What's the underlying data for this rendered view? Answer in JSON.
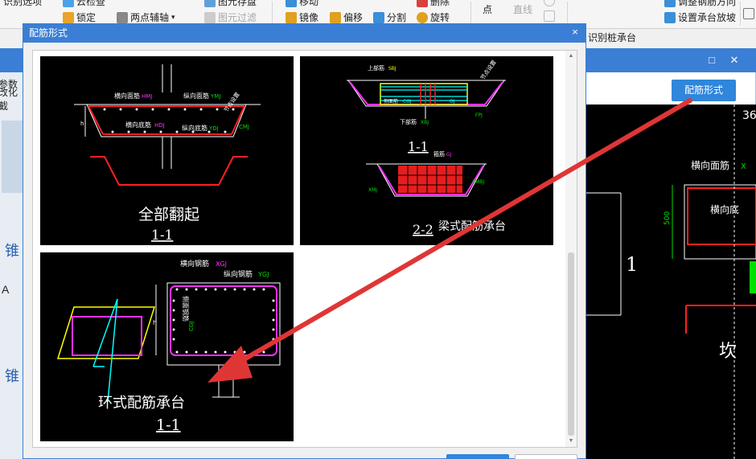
{
  "toolbar": {
    "items": [
      {
        "label": "识别选项",
        "icon": "identify-icon"
      },
      {
        "label": "云检查",
        "icon": "cloud-check-icon"
      },
      {
        "label": "锁定",
        "icon": "lock-icon"
      },
      {
        "label": "两点辅轴",
        "icon": "axis-icon"
      },
      {
        "label": "图元存盘",
        "icon": "save-icon"
      },
      {
        "label": "图元过滤",
        "icon": "filter-icon"
      },
      {
        "label": "移动",
        "icon": "move-icon"
      },
      {
        "label": "镜像",
        "icon": "mirror-icon"
      },
      {
        "label": "偏移",
        "icon": "offset-icon"
      },
      {
        "label": "分割",
        "icon": "split-icon"
      },
      {
        "label": "删除",
        "icon": "delete-icon"
      },
      {
        "label": "旋转",
        "icon": "rotate-icon"
      },
      {
        "label": "点",
        "icon": "point-icon"
      },
      {
        "label": "直线",
        "icon": "line-icon"
      },
      {
        "label": "调整钢筋方向",
        "icon": "adjust-icon"
      },
      {
        "label": "设置承台放坡",
        "icon": "slope-icon"
      },
      {
        "label": "识别桩承台",
        "icon": "identify-pile-icon"
      }
    ]
  },
  "background_window": {
    "left_labels": [
      "参数",
      "改化截",
      "锥",
      "A",
      "锥"
    ],
    "peijin_button_label": "配筋形式",
    "cad_texts": {
      "dim_1": "1",
      "horizontal_top_rebar": "横向面筋",
      "horizontal_bottom_rebar": "横向底",
      "dim_500": "500",
      "label_36": "36",
      "label_kan": "坎",
      "code_x": "X"
    }
  },
  "dialog": {
    "title": "配筋形式",
    "close_symbol": "×",
    "options": [
      {
        "caption": "全部翻起",
        "section": "1-1",
        "labels": {
          "horizontal_top": "横向面筋",
          "top_code": "HMJ",
          "longitudinal_top": "纵向面筋",
          "long_top_code": "YMJ",
          "horizontal_bottom": "横向底筋",
          "bottom_code": "HDJ",
          "longitudinal_bottom": "纵向底筋",
          "long_bottom_code": "YDJ",
          "side_code": "CMJ",
          "slope_text": "节点设置",
          "dim_h": "h"
        }
      },
      {
        "caption": "梁式配筋承台",
        "section_top": "1-1",
        "section_bottom": "2-2",
        "labels": {
          "top_rebar": "上部筋",
          "top_code": "SBJ",
          "side_rebar": "侧面筋",
          "side_code": "CGJ",
          "bottom_rebar": "下部筋",
          "bottom_code": "XBJ",
          "stirrup": "箍筋",
          "stirrup_code": "GJ",
          "slope_text": "节点设置",
          "left_code": "XMJ",
          "right_code": "XMBJ",
          "side_code2": "FPJ"
        }
      },
      {
        "caption": "环式配筋承台",
        "section": "1-1",
        "labels": {
          "horizontal": "横向钢筋",
          "horizontal_code": "XGJ",
          "longitudinal": "纵向钢筋",
          "longitudinal_code": "YGJ",
          "side": "侧面钢筋",
          "side_code": "CGJ",
          "dim_h": "h"
        }
      }
    ]
  },
  "colors": {
    "title_bar": "#3a7fd5",
    "button_blue": "#2f86db",
    "rebar_red": "#ff2020",
    "rebar_green": "#00e000",
    "rebar_magenta": "#ff30ff",
    "rebar_yellow": "#ffff00",
    "rebar_cyan": "#00ffff",
    "arrow_red": "#e03535"
  }
}
